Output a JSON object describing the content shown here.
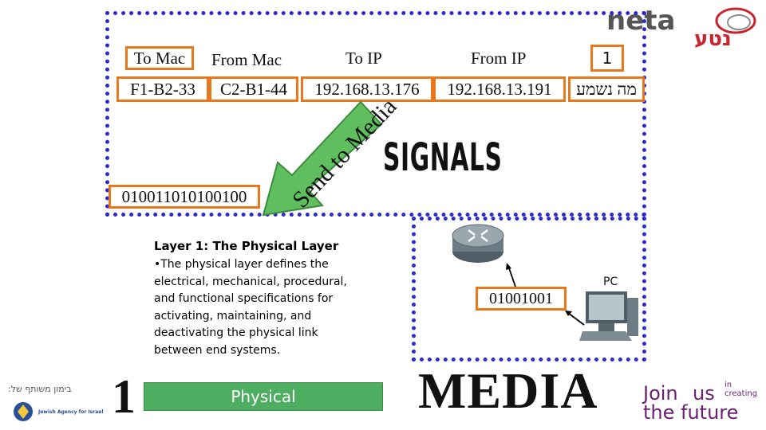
{
  "header": {
    "to_mac": "To Mac",
    "from_mac": "From Mac",
    "to_ip": "To IP",
    "from_ip": "From IP",
    "layer_number": "1"
  },
  "packet": {
    "to_mac": "F1-B2-33",
    "from_mac": "C2-B1-44",
    "to_ip": "192.168.13.176",
    "from_ip": "192.168.13.191",
    "message": "מה נשמע"
  },
  "arrow_text": "Send to Media",
  "binary_long": "010011010100100",
  "signals": "SIGNALS",
  "layer_info": {
    "title": "Layer 1: The Physical Layer",
    "body": "•The physical layer defines the electrical, mechanical, procedural, and functional specifications for activating, maintaining, and deactivating the physical link between end systems."
  },
  "binary_short": "01001001",
  "pc_label": "PC",
  "big_number": "1",
  "physical_label": "Physical",
  "media_text": "MEDIA",
  "logos": {
    "neta_latin": "neta",
    "neta_hebrew": "נטע",
    "join_line1": "Join",
    "join_us": "us",
    "join_in_creating": "in creating",
    "join_line2": "the future",
    "sponsor": "בימון משותף של:",
    "jewish_agency": "Jewish Agency for Israel"
  },
  "colors": {
    "dotted_border": "#2a2ad0",
    "orange_border": "#e8781e",
    "arrow_fill": "#5fbf5f",
    "physical_fill": "#4dae62",
    "neta_red": "#c8262e"
  }
}
